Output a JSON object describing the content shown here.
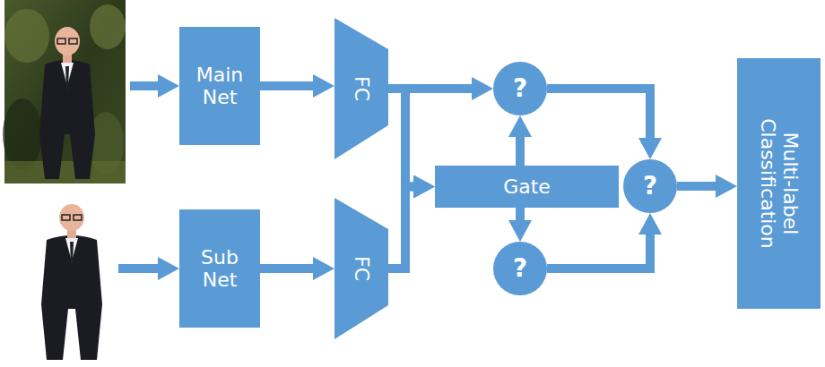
{
  "diagram": {
    "nodes": [
      {
        "text": [
          "Main Net"
        ]
      },
      {
        "text": [
          "FC"
        ]
      },
      {
        "text": [
          "?"
        ]
      },
      {
        "text": [
          "Gate"
        ]
      },
      {
        "text": [
          "?"
        ]
      },
      {
        "text": [
          "Multi-label Classification"
        ]
      },
      {
        "text": [
          "Sub Net"
        ]
      },
      {
        "text": [
          "FC"
        ]
      },
      {
        "text": [
          "?"
        ]
      }
    ],
    "edges": [
      {
        "from": 0,
        "to": 1,
        "arrow": "to"
      },
      {
        "from": 1,
        "to": 2,
        "arrow": "to"
      },
      {
        "from": 1,
        "to": 3,
        "arrow": "to"
      },
      {
        "from": 7,
        "to": 3,
        "arrow": "to"
      },
      {
        "from": 3,
        "to": 2,
        "arrow": "to"
      },
      {
        "from": 3,
        "to": 8,
        "arrow": "to"
      },
      {
        "from": 2,
        "to": 4,
        "arrow": "to"
      },
      {
        "from": 8,
        "to": 4,
        "arrow": "to"
      },
      {
        "from": 4,
        "to": 5,
        "arrow": "to"
      },
      {
        "from": 6,
        "to": 7,
        "arrow": "to"
      }
    ]
  }
}
